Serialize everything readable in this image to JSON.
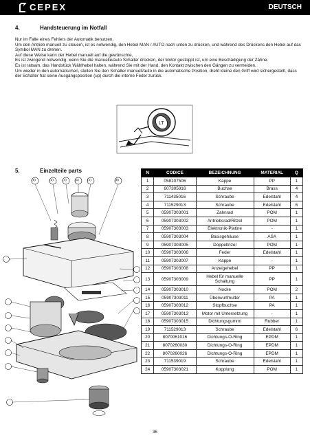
{
  "header": {
    "brand": "CEPEX",
    "language": "DEUTSCH",
    "accent": "#000000"
  },
  "section4": {
    "number": "4.",
    "title": "Handsteuerung im Notfall",
    "paragraphs": [
      "Nur im Falle eines Fehlers der Automatik benutzen.",
      "Um den Antrieb manuell zu steuern, ist es notwendig, den Hebel MAN / AUTO nach unten zu drücken, und während des Drückens den Hebel auf das Symbol MAN zu drehen.",
      "Auf diese Weise kann der Hebel manuell auf die gewünschte,",
      "Es ist zwingend notwendig, wenn Sie die manuelle/auto Schalter drücken, der Motor gestoppt ist, um eine Beschädigung der Zähne.",
      "Es ist ratsam, das Handstück Wählhebel halten, während Sie mit der Hand, den Kontakt zwischen den Gängen zu vermeiden.",
      "Um wieder in den automatischen, stellen Sie den Schalter manuell/auto in die automatische Position, dreht kleine den Griff wird sichergestellt, dass der Schalter hat seine Ausgangsposition (up) durch die interne Feder zurück."
    ]
  },
  "section5": {
    "number": "5.",
    "title": "Einzelteile parts"
  },
  "callouts_top": [
    "(6)",
    "(3)",
    "(4)",
    "(1)",
    "(2)",
    "(5)"
  ],
  "parts_table": {
    "headers": [
      "N",
      "CODICE",
      "BEZEICHNUNG",
      "MATERIAL",
      "Q"
    ],
    "rows": [
      [
        "1",
        "058107506",
        "Kappe",
        "PP",
        "1"
      ],
      [
        "2",
        "607305016",
        "Buchse",
        "Brass",
        "4"
      ],
      [
        "3",
        "711435016",
        "Schraube",
        "Edelstahl",
        "4"
      ],
      [
        "4",
        "711529013",
        "Schraube",
        "Edelstahl",
        "6"
      ],
      [
        "5",
        "05907303001",
        "Zahnrad",
        "POM",
        "1"
      ],
      [
        "6",
        "05907303002",
        "Antriebsrad/Ritzel",
        "POM",
        "1"
      ],
      [
        "7",
        "05907303003",
        "Elektronik-Platine",
        "-",
        "1"
      ],
      [
        "8",
        "05907303004",
        "Basisgehäuse",
        "ASA",
        "1"
      ],
      [
        "9",
        "05907303005",
        "Doppeltrizel",
        "POM",
        "1"
      ],
      [
        "10",
        "05907303006",
        "Feder",
        "Edelstahl",
        "1"
      ],
      [
        "11",
        "05907303007",
        "Kappe",
        "-",
        "1"
      ],
      [
        "12",
        "05907303008",
        "Anzeigehebel",
        "PP",
        "1"
      ],
      [
        "13",
        "05907303009",
        "Hebel für manuelle Schaltung",
        "PP",
        "1"
      ],
      [
        "14",
        "05907303010",
        "Nocke",
        "POM",
        "2"
      ],
      [
        "15",
        "05907303011",
        "Überwurfmutter",
        "PA",
        "1"
      ],
      [
        "16",
        "05907303012",
        "Stopfbuchse",
        "PA",
        "1"
      ],
      [
        "17",
        "05907303013",
        "Motor mit Untersetzung",
        "-",
        "1"
      ],
      [
        "18",
        "05907303015",
        "Dichtungsgummi",
        "Rubber",
        "1"
      ],
      [
        "19",
        "711529013",
        "Schraube",
        "Edelstahl",
        "6"
      ],
      [
        "20",
        "8070061016",
        "Dichtungs-O-Ring",
        "EPDM",
        "1"
      ],
      [
        "21",
        "8070260030",
        "Dichtungs-O-Ring",
        "EPDM",
        "1"
      ],
      [
        "22",
        "8070260026",
        "Dichtungs-O-Ring",
        "EPDM",
        "1"
      ],
      [
        "23",
        "711539019",
        "Schraube",
        "Edelstahl",
        "1"
      ],
      [
        "24",
        "05907303021",
        "Kopplung",
        "POM",
        "1"
      ]
    ]
  },
  "page_number": "36"
}
